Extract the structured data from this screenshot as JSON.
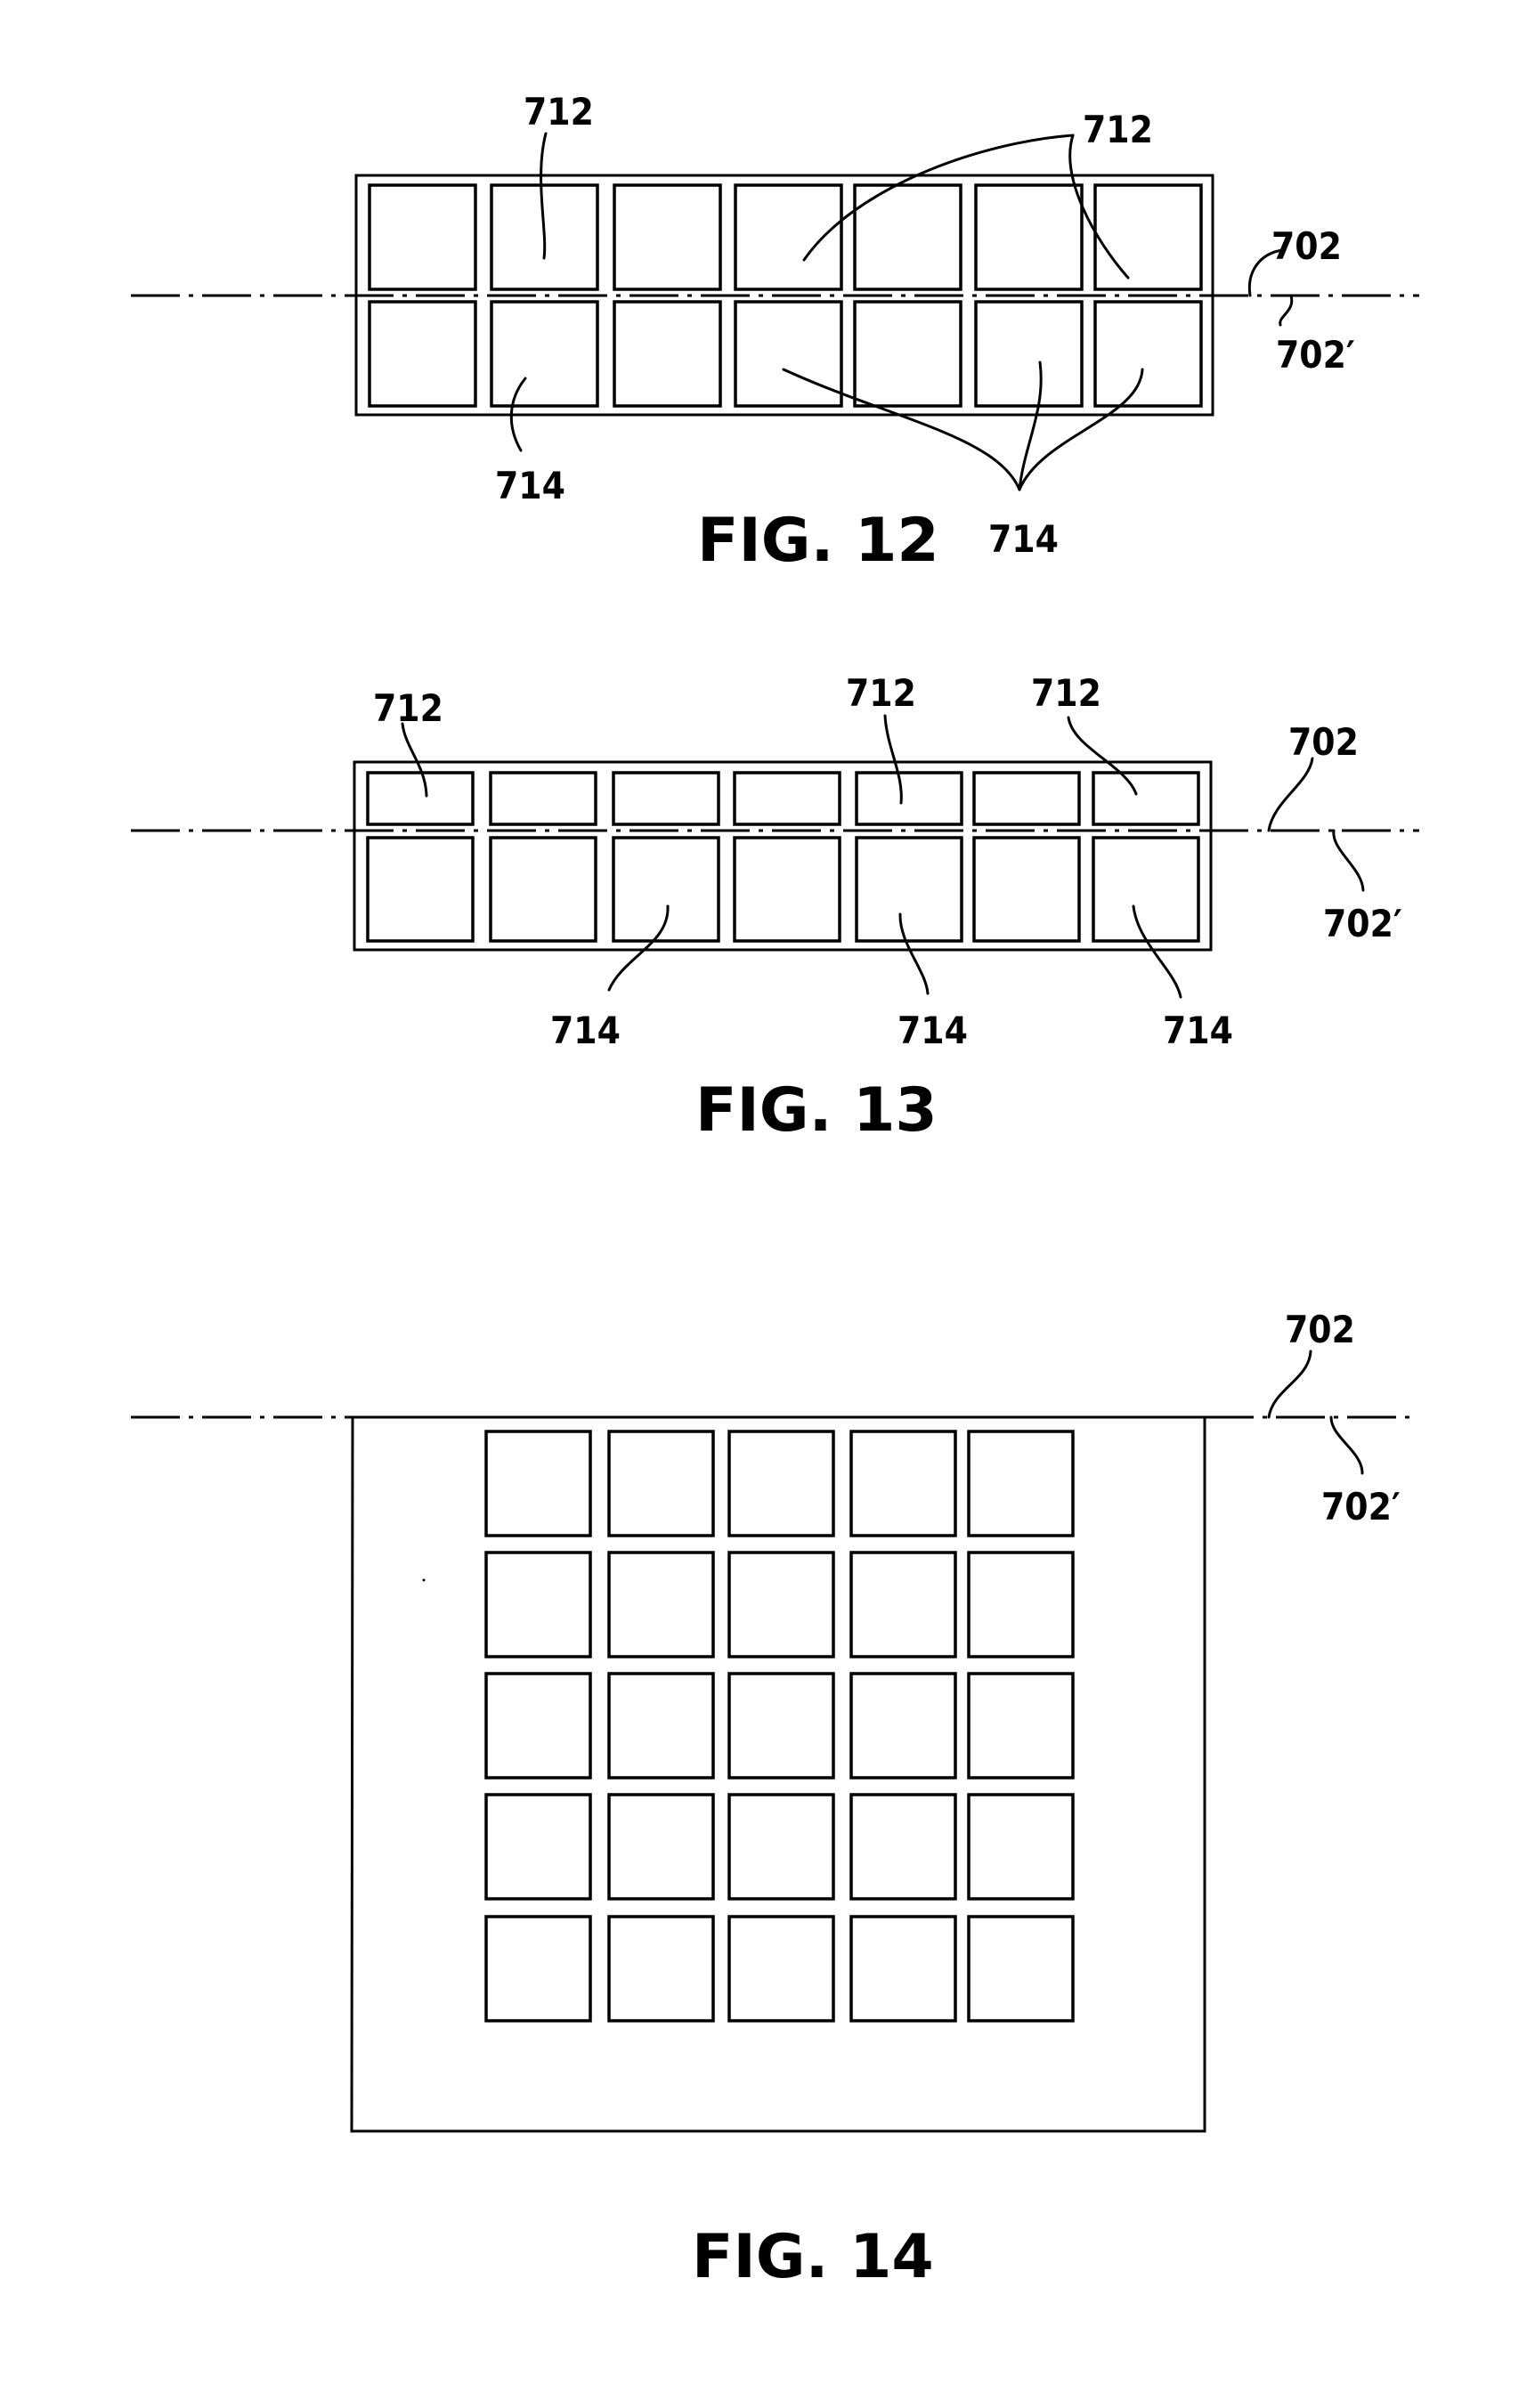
{
  "document": {
    "type": "patent drawing sheet",
    "figures": [
      {
        "id": "fig12",
        "caption": "FIG. 12",
        "description": "Rectangular array of 2 rows x 7 columns of equal-size cells split by center line 702",
        "rows": 2,
        "columns": 7,
        "row_types": [
          "712",
          "714"
        ],
        "labels": {
          "upper_cells": "712",
          "upper_cells_group": "712",
          "lower_cells": "714",
          "lower_cells_group": "714",
          "axis_line": "702",
          "axis_line_prime": "702′"
        }
      },
      {
        "id": "fig13",
        "caption": "FIG. 13",
        "description": "Array of 2 rows x 7 columns with shorter upper cells (712) and taller lower cells (714) split by center line 702",
        "rows": 2,
        "columns": 7,
        "row_types": [
          "712",
          "714"
        ],
        "labels": {
          "upper_left": "712",
          "upper_mid": "712",
          "upper_right": "712",
          "lower_left": "714",
          "lower_mid": "714",
          "lower_right": "714",
          "axis_line": "702",
          "axis_line_prime": "702′"
        }
      },
      {
        "id": "fig14",
        "caption": "FIG. 14",
        "description": "5 x 5 grid of square cells inside a frame whose top edge lies on line 702",
        "rows": 5,
        "columns": 5,
        "labels": {
          "axis_line": "702",
          "axis_line_prime": "702′"
        }
      }
    ]
  }
}
